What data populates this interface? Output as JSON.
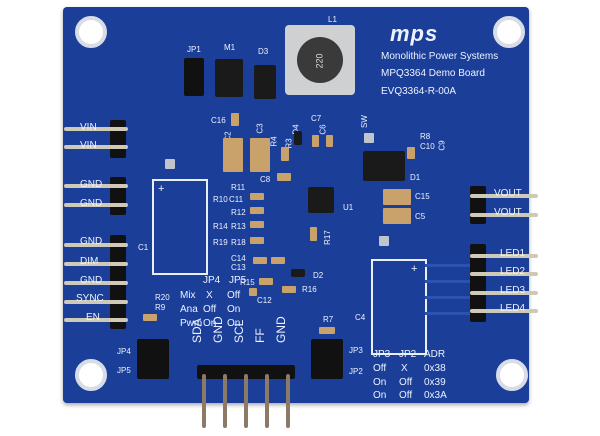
{
  "brand": {
    "logo": "mps",
    "line1": "Monolithic Power Systems",
    "line2": "MPQ3364 Demo Board",
    "line3": "EVQ3364-R-00A"
  },
  "components": {
    "L1": "L1",
    "M1": "M1",
    "D3": "D3",
    "JP1": "JP1",
    "L1_marking": "220",
    "C16": "C16",
    "C2": "C2",
    "C3": "C3",
    "R4": "R4",
    "R3": "R3",
    "D4": "D4",
    "C7": "C7",
    "C6": "C6",
    "SW": "SW",
    "R8": "R8",
    "C10": "C10",
    "C9": "C9",
    "C8": "C8",
    "D1": "D1",
    "C15": "C15",
    "C5": "C5",
    "U1": "U1",
    "R11": "R11",
    "R10": "R10",
    "C11": "C11",
    "R12": "R12",
    "R14": "R14",
    "R13": "R13",
    "R19": "R19",
    "R18": "R18",
    "R17": "R17",
    "C1": "C1",
    "C14": "C14",
    "C13": "C13",
    "R16": "R16",
    "D2": "D2",
    "R15": "R15",
    "C12": "C12",
    "C4": "C4",
    "R7": "R7",
    "R20": "R20",
    "R9": "R9",
    "JP4": "JP4",
    "JP5": "JP5",
    "JP3": "JP3",
    "JP2": "JP2"
  },
  "connectors_left": [
    "VIN",
    "VIN",
    "GND",
    "GND",
    "GND",
    "DIM",
    "GND",
    "SYNC",
    "EN"
  ],
  "connectors_right": [
    "VOUT",
    "VOUT",
    "LED1",
    "LED2",
    "LED3",
    "LED4"
  ],
  "bottom_header": [
    "SDA",
    "GND",
    "SCL",
    "FF",
    "GND"
  ],
  "jp_table_left": {
    "header": [
      "JP4",
      "JP5"
    ],
    "rows": [
      [
        "Mix",
        "X",
        "Off"
      ],
      [
        "Ana",
        "Off",
        "On"
      ],
      [
        "Pwm",
        "On",
        "On"
      ]
    ]
  },
  "jp_table_right": {
    "header": [
      "JP3",
      "JP2",
      "ADR"
    ],
    "rows": [
      [
        "Off",
        "X",
        "0x38"
      ],
      [
        "On",
        "Off",
        "0x39"
      ],
      [
        "On",
        "Off",
        "0x3A"
      ]
    ]
  },
  "colors": {
    "board": "#1b3f98",
    "silkscreen": "#eef2ff",
    "background": "#ffffff"
  }
}
